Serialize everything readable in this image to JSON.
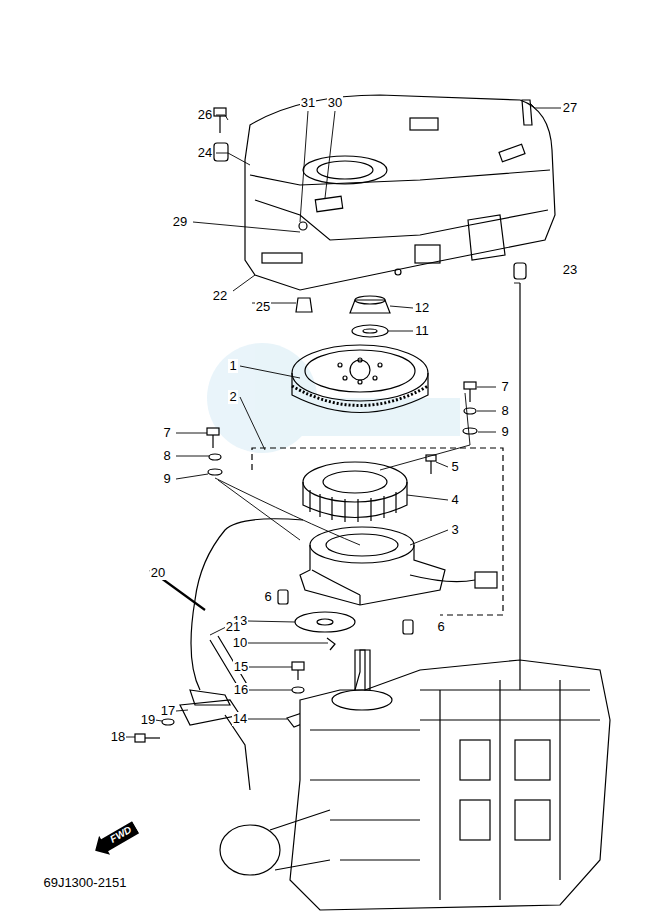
{
  "diagram": {
    "nodes": [
      {
        "text": [
          "FWD"
        ]
      }
    ],
    "labels": [
      "26",
      "31",
      "30",
      "27",
      "24",
      "29",
      "23",
      "22",
      "25",
      "12",
      "11",
      "1",
      "7",
      "2",
      "8",
      "9",
      "7",
      "5",
      "8",
      "9",
      "4",
      "3",
      "20",
      "6",
      "13",
      "6",
      "21",
      "10",
      "15",
      "16",
      "17",
      "14",
      "19",
      "18",
      "69J1300-2151"
    ]
  }
}
